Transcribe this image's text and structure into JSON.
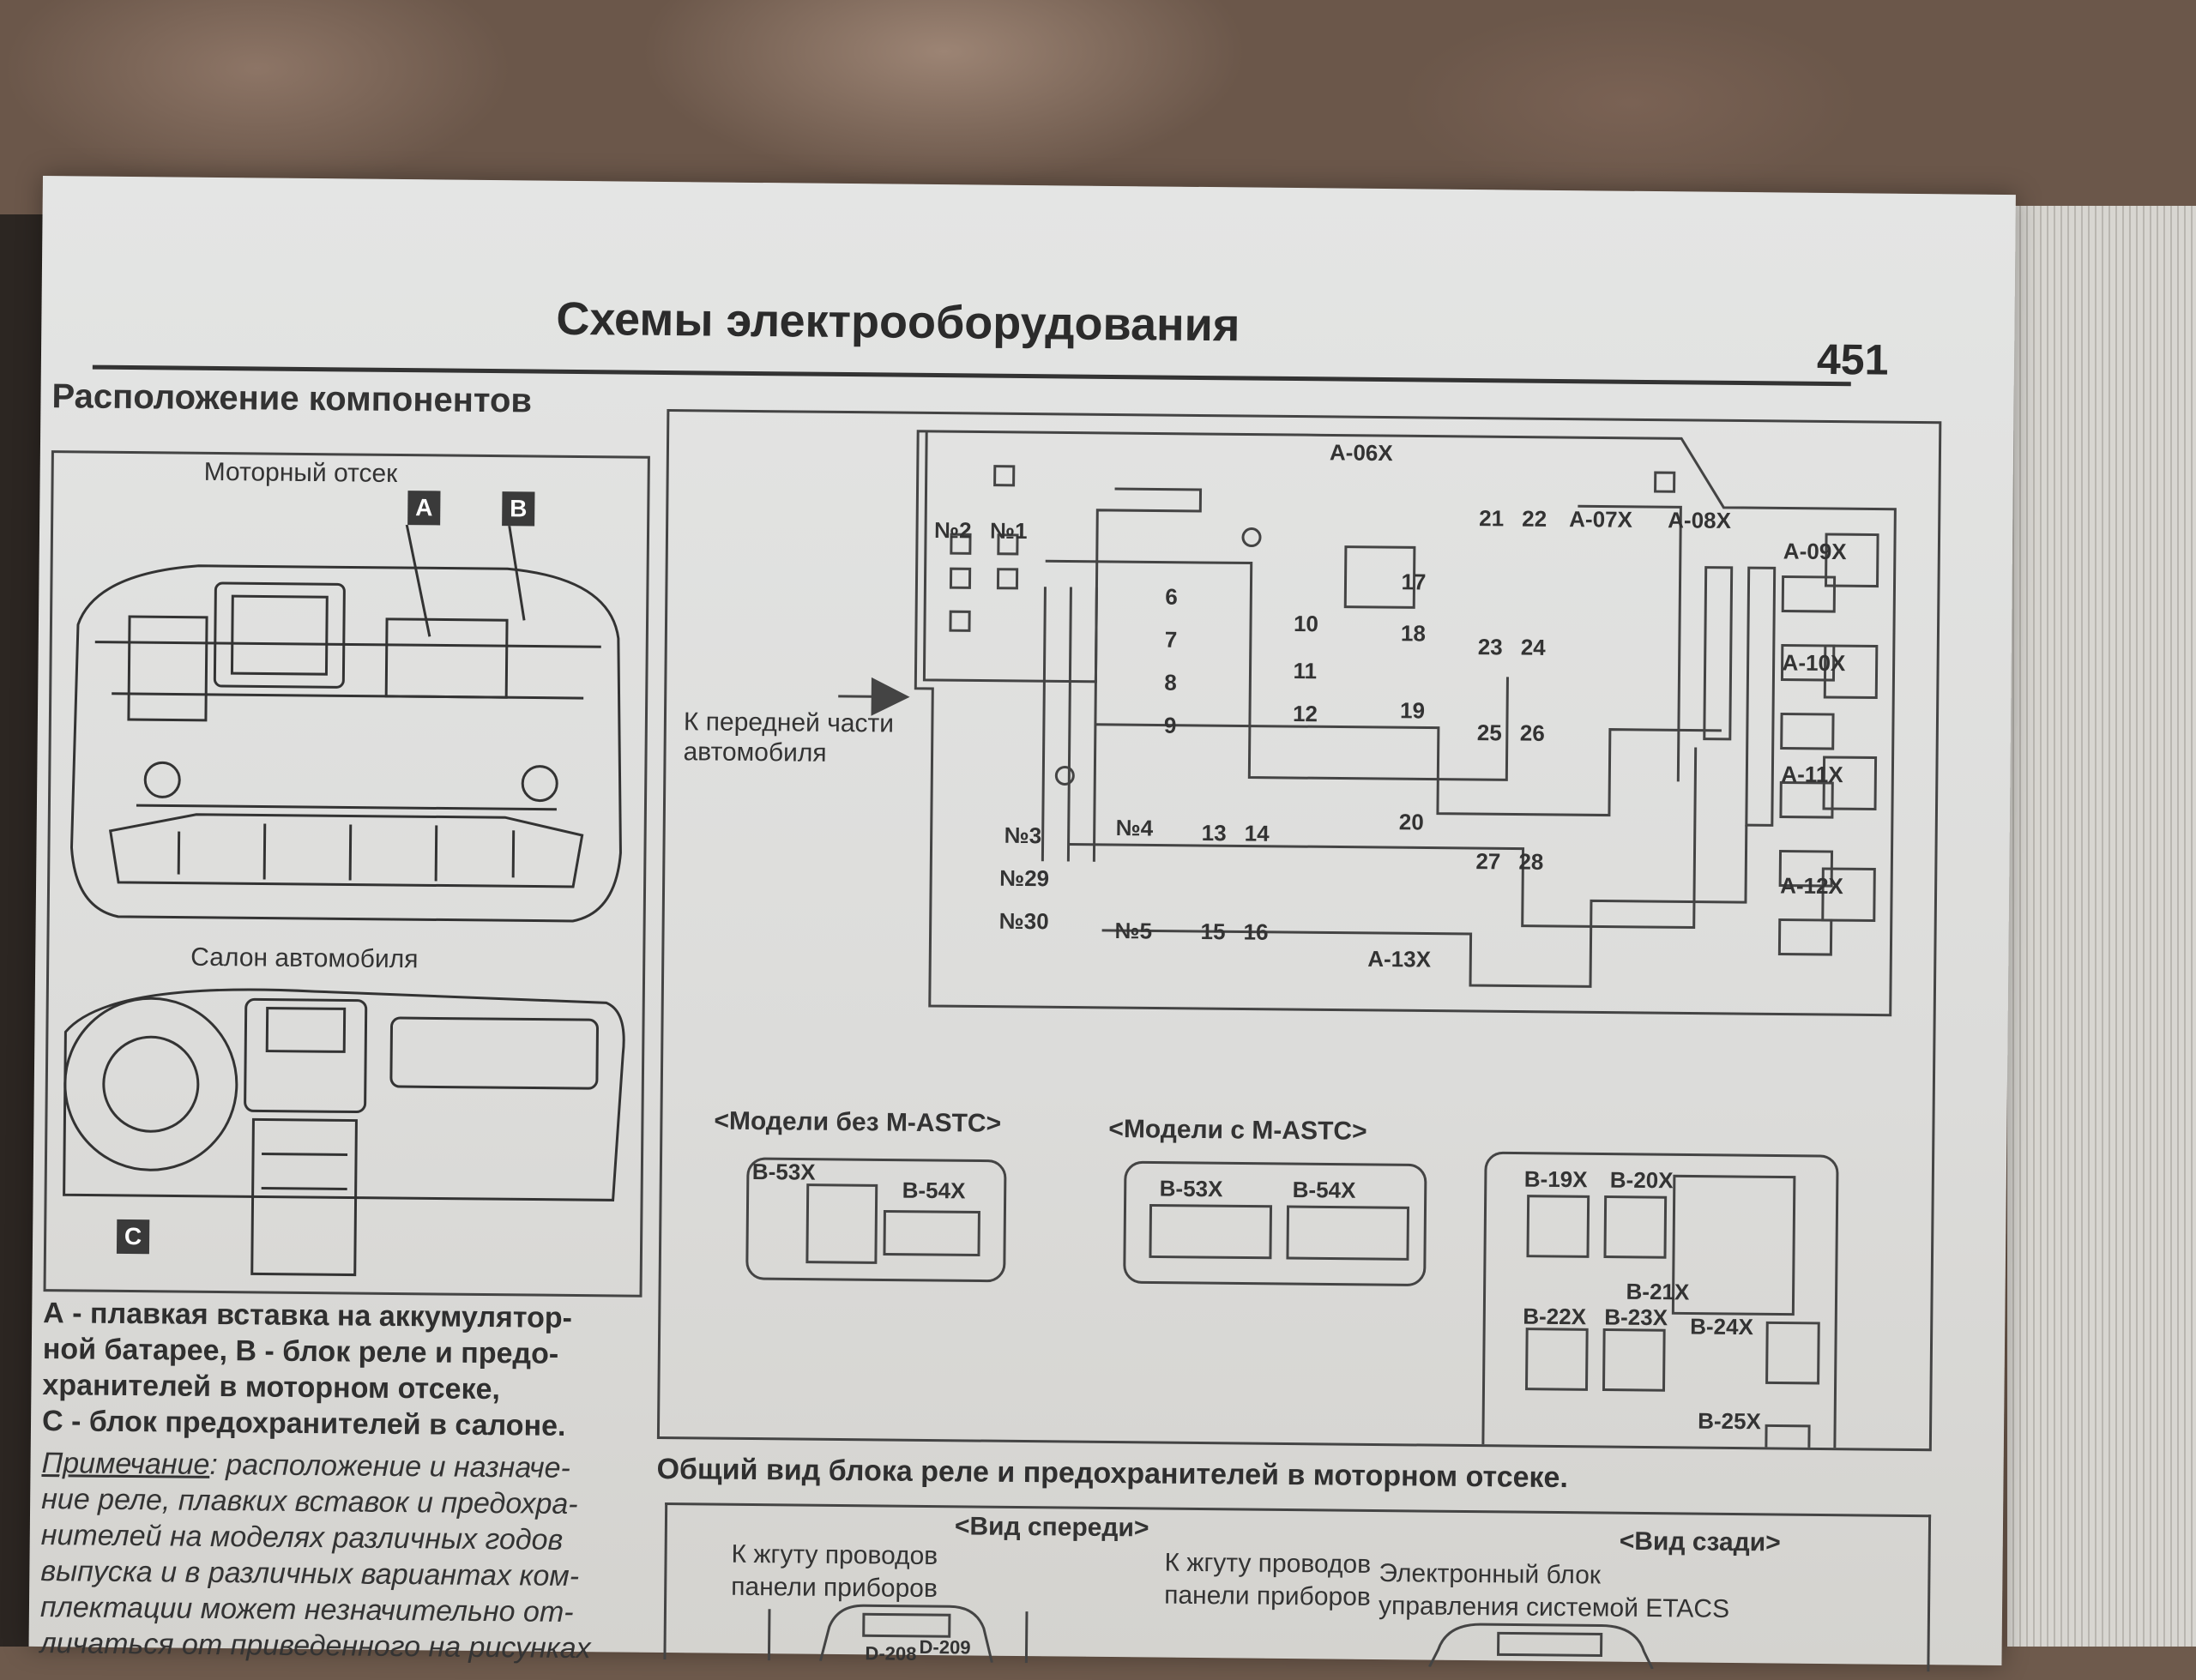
{
  "header": {
    "title": "Схемы электрооборудования",
    "page_number": "451"
  },
  "left": {
    "section_title": "Расположение компонентов",
    "engine_label": "Моторный отсек",
    "cabin_label": "Салон автомобиля",
    "tags": [
      "A",
      "B",
      "C"
    ],
    "caption_lines": [
      "А - плавкая вставка на аккумулятор-",
      "ной батарее, В - блок реле и предо-",
      "хранителей в моторном отсеке,",
      "С - блок предохранителей в салоне."
    ],
    "note_head": "Примечание",
    "note_lines": [
      ": расположение и назначе-",
      "ние реле, плавких вставок и предохра-",
      "нителей на моделях различных годов",
      "выпуска и в различных вариантах ком-",
      "плектации может незначительно от-",
      "личаться от приведенного на рисунках"
    ]
  },
  "diagram": {
    "front_arrow_text": [
      "К передней части",
      "автомобиля"
    ],
    "connectors": [
      "A-06X",
      "A-07X",
      "A-08X",
      "A-09X",
      "A-10X",
      "A-11X",
      "A-12X",
      "A-13X"
    ],
    "fuses_no": [
      "№2",
      "№1",
      "№3",
      "№29",
      "№30",
      "№4",
      "№5"
    ],
    "numbers": [
      "6",
      "7",
      "8",
      "9",
      "10",
      "11",
      "12",
      "13",
      "14",
      "15",
      "16",
      "17",
      "18",
      "19",
      "20",
      "21",
      "22",
      "23",
      "24",
      "25",
      "26",
      "27",
      "28"
    ],
    "without_astc": "<Модели без M-ASTC>",
    "with_astc": "<Модели с M-ASTC>",
    "b_connectors": [
      "B-53X",
      "B-54X",
      "B-53X",
      "B-54X"
    ],
    "b_right": [
      "B-19X",
      "B-20X",
      "B-21X",
      "B-24X",
      "B-22X",
      "B-23X",
      "B-25X"
    ],
    "caption": "Общий вид блока реле и предохранителей в моторном отсеке."
  },
  "lower": {
    "front_view": "<Вид спереди>",
    "rear_view": "<Вид сзади>",
    "harness1": [
      "К жгуту проводов",
      "панели приборов"
    ],
    "harness2": [
      "К жгуту проводов",
      "панели приборов"
    ],
    "etacs": [
      "Электронный блок",
      "управления системой ETACS"
    ],
    "d_labels": [
      "D-208",
      "D-209"
    ]
  }
}
